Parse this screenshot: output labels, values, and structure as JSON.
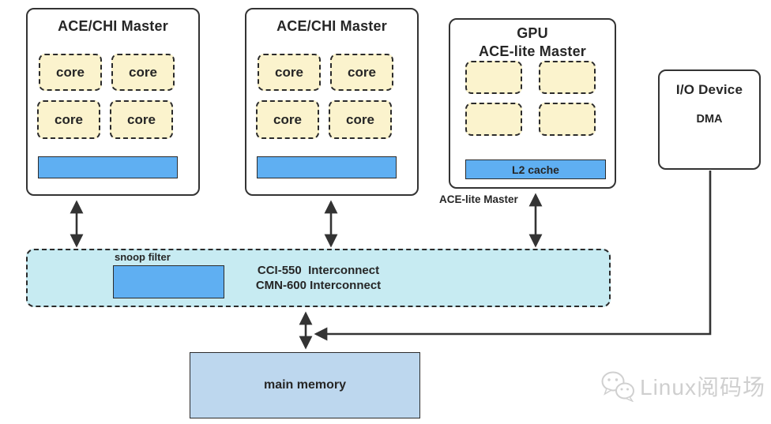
{
  "colors": {
    "core_fill": "#FBF3CD",
    "bar_blue": "#5FAFF2",
    "interconnect_fill": "#C7EBF2",
    "memory_fill": "#BDD7EE",
    "line_dark": "#333333",
    "text_dark": "#262626",
    "watermark_gray": "#CFCFCF"
  },
  "masters": [
    {
      "title": "ACE/CHI Master",
      "cores": [
        "core",
        "core",
        "core",
        "core"
      ]
    },
    {
      "title": "ACE/CHI Master",
      "cores": [
        "core",
        "core",
        "core",
        "core"
      ]
    }
  ],
  "gpu": {
    "title_line1": "GPU",
    "title_line2": "ACE-lite Master",
    "l2_cache_label": "L2 cache",
    "port_label": "ACE-lite Master"
  },
  "io_device": {
    "title": "I/O Device",
    "label": "DMA"
  },
  "interconnect": {
    "snoop_filter_label": "snoop filter",
    "line1": "CCI-550  Interconnect",
    "line2": "CMN-600 Interconnect"
  },
  "memory": {
    "label": "main memory"
  },
  "watermark": {
    "text": "Linux阅码场"
  }
}
